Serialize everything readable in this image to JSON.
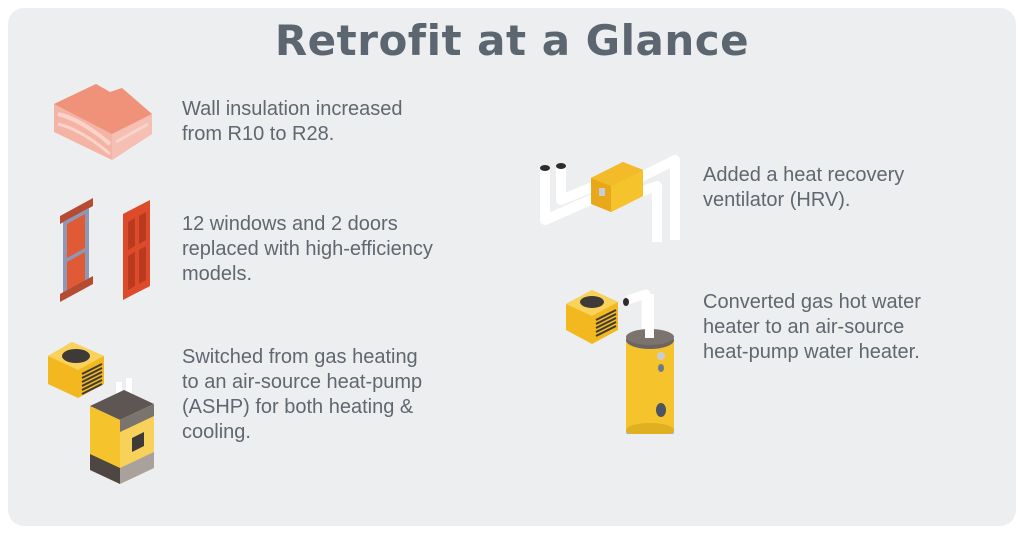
{
  "title": "Retrofit at a Glance",
  "colors": {
    "background": "#edeef0",
    "title": "#5c6670",
    "text": "#5f6770",
    "insulation": "#ef9279",
    "door": "#dd4b2a",
    "appliance_yellow": "#f5c42c",
    "appliance_dark": "#625a56"
  },
  "items": [
    {
      "icon": "wall-insulation-icon",
      "text": "Wall insulation increased\nfrom R10 to R28."
    },
    {
      "icon": "window-door-icon",
      "text": "12 windows and 2 doors\nreplaced with high-efficiency\nmodels."
    },
    {
      "icon": "heat-pump-furnace-icon",
      "text": "Switched from gas heating\nto an air-source heat-pump\n(ASHP) for both heating &\ncooling."
    },
    {
      "icon": "hrv-ventilator-icon",
      "text": "Added a heat recovery\nventilator (HRV)."
    },
    {
      "icon": "heat-pump-water-heater-icon",
      "text": "Converted gas hot water\nheater to an air-source\nheat-pump water heater."
    }
  ]
}
